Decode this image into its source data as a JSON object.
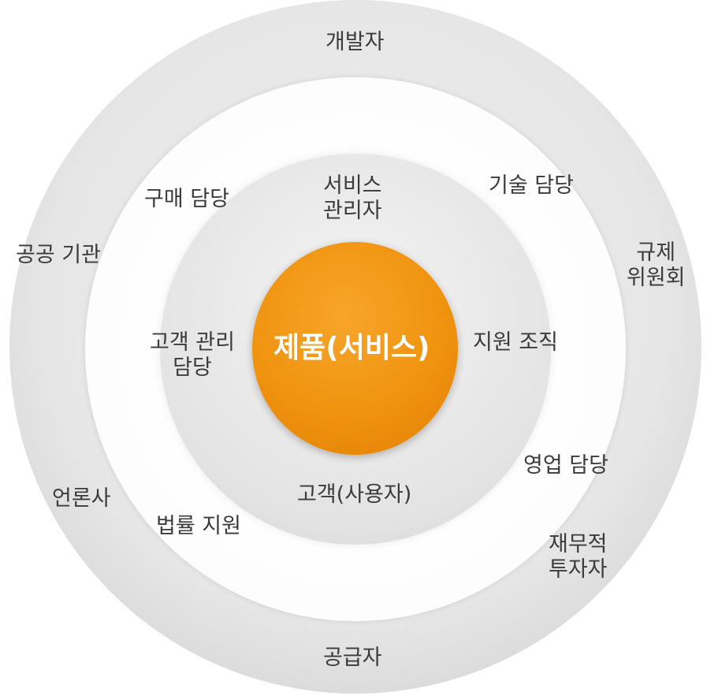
{
  "center": {
    "label": "제품(서비스)"
  },
  "inner_ring": {
    "top": "서비스\n관리자",
    "left": "고객 관리\n담당",
    "right": "지원 조직",
    "bottom": "고객(사용자)"
  },
  "middle_ring": {
    "top_left": "구매 담당",
    "top_right": "기술 담당",
    "right": "영업 담당",
    "bottom_left": "법률 지원"
  },
  "outer_ring": {
    "top": "개발자",
    "left": "공공 기관",
    "right": "규제\n위원회",
    "bottom_left": "언론사",
    "bottom_right": "재무적\n투자자",
    "bottom": "공급자"
  },
  "colors": {
    "core": "#f0930f",
    "outer_ring": "#e2e2e2",
    "middle_ring": "#ffffff",
    "inner_ring": "#e0e0e0"
  }
}
